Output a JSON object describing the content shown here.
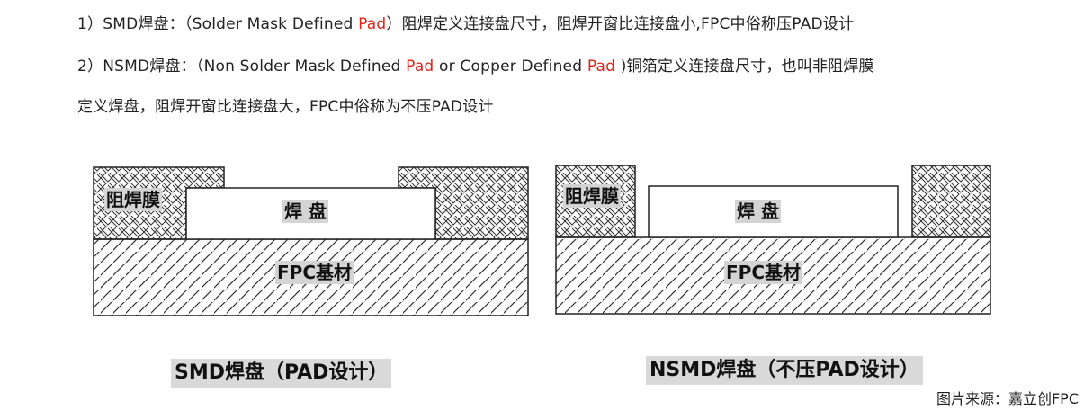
{
  "text": {
    "line1": {
      "prefix": "1）SMD焊盘：（Solder Mask Defined ",
      "pad": "Pad",
      "suffix": "）阻焊定义连接盘尺寸，阻焊开窗比连接盘小,FPC中俗称压PAD设计"
    },
    "line2": {
      "prefix": "2）NSMD焊盘：（Non Solder Mask Defined ",
      "pad1": "Pad",
      "middle": " or Copper Defined ",
      "pad2": "Pad",
      "suffix": " )铜箔定义连接盘尺寸，也叫非阻焊膜"
    },
    "line3": "定义焊盘，阻焊开窗比连接盘大，FPC中俗称为不压PAD设计"
  },
  "diagrams": {
    "smd": {
      "mask_label": "阻焊膜",
      "pad_label": "焊 盘",
      "substrate_label": "FPC基材",
      "caption": "SMD焊盘（PAD设计）"
    },
    "nsmd": {
      "mask_label": "阻焊膜",
      "pad_label": "焊 盘",
      "substrate_label": "FPC基材",
      "caption": "NSMD焊盘（不压PAD设计）"
    }
  },
  "credit": "图片来源：嘉立创FPC",
  "colors": {
    "accent_red": "#d9261c",
    "label_bg": "#d4d4d4"
  }
}
